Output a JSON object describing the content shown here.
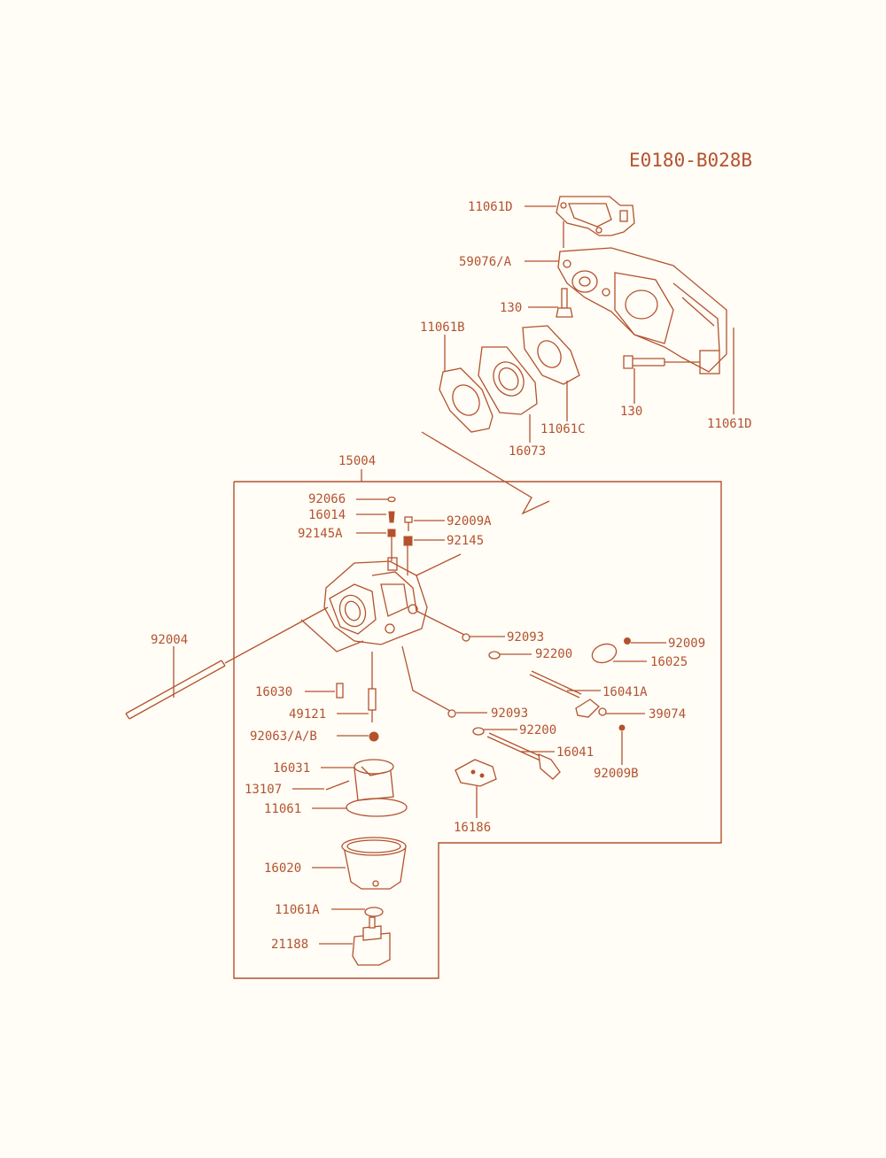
{
  "diagram_code": "E0180-B028B",
  "colors": {
    "ink": "#b4522e",
    "paper": "#fffdf6"
  },
  "parts": {
    "p11061D_top": "11061D",
    "p59076A": "59076/A",
    "p130_a": "130",
    "p11061B": "11061B",
    "p130_b": "130",
    "p11061D_right": "11061D",
    "p11061C": "11061C",
    "p16073": "16073",
    "p15004": "15004",
    "p92066": "92066",
    "p16014": "16014",
    "p92009A": "92009A",
    "p92145A": "92145A",
    "p92145": "92145",
    "p92004": "92004",
    "p92093_a": "92093",
    "p92009": "92009",
    "p92200_a": "92200",
    "p16025": "16025",
    "p16041A": "16041A",
    "p16030": "16030",
    "p92093_b": "92093",
    "p39074": "39074",
    "p49121": "49121",
    "p92200_b": "92200",
    "p92063AB": "92063/A/B",
    "p16041": "16041",
    "p92009B": "92009B",
    "p16031": "16031",
    "p13107": "13107",
    "p11061": "11061",
    "p16186": "16186",
    "p16020": "16020",
    "p11061A": "11061A",
    "p21188": "21188"
  }
}
